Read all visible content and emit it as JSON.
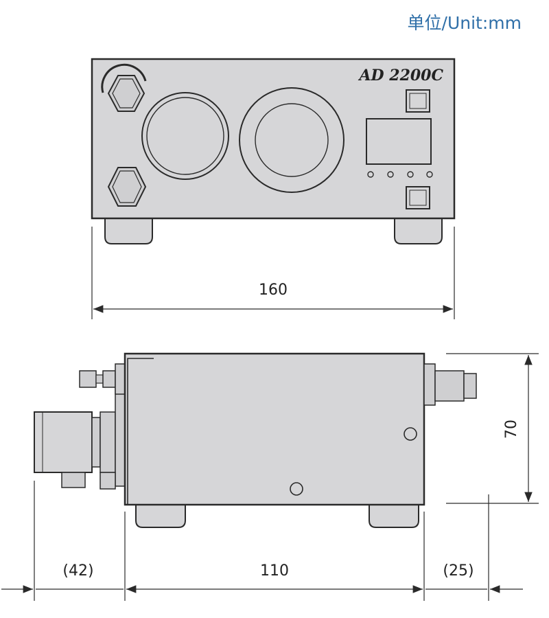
{
  "unit_label": "单位/Unit:mm",
  "model_name": "AD 2200C",
  "dimensions": {
    "front_width": "160",
    "side_length": "110",
    "height": "70",
    "rear_protrusion": "(42)",
    "front_protrusion": "(25)"
  },
  "colors": {
    "body_fill": "#d6d6d8",
    "line": "#2a2a2a",
    "unit_text": "#2f6fa8"
  }
}
